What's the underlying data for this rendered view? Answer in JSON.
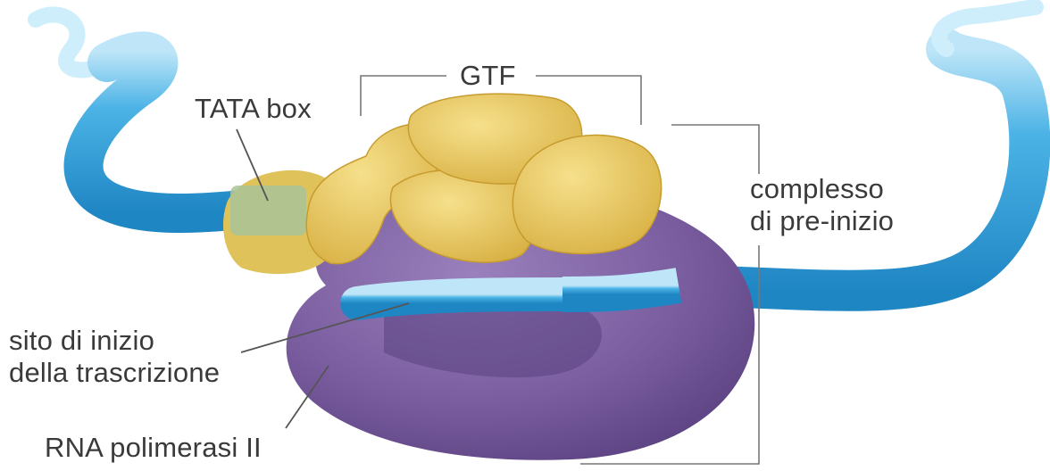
{
  "labels": {
    "gtf": "GTF",
    "tata_box": "TATA box",
    "complex_line1": "complesso",
    "complex_line2": "di pre-inizio",
    "start_site_line1": "sito di inizio",
    "start_site_line2": "della trascrizione",
    "rna_pol": "RNA polimerasi II"
  },
  "colors": {
    "dna": "#3aa6de",
    "dna_light": "#a9dcf5",
    "gtf": "#e6c35c",
    "tata": "#a9bf8a",
    "polymerase": "#7b5d9e",
    "polymerase_dark": "#5c4280",
    "leader": "#666666"
  }
}
